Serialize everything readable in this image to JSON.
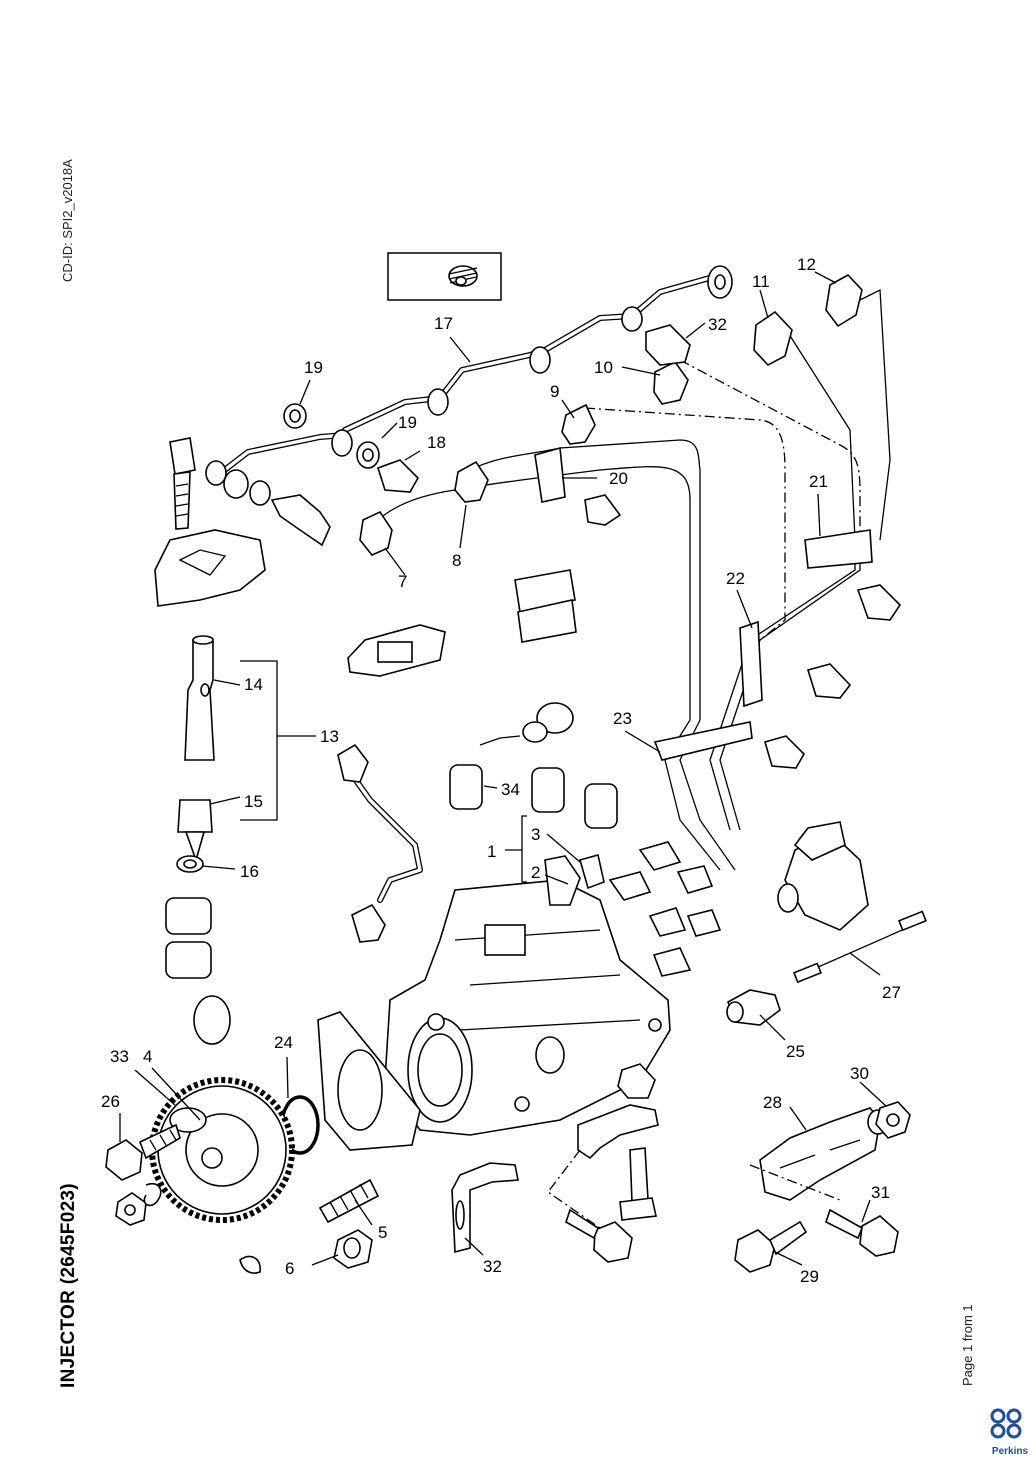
{
  "header": {
    "cd_id": "CD-ID: SPI2_v2018A"
  },
  "document": {
    "title": "INJECTOR (2645F023)",
    "page_info": "Page 1 from 1"
  },
  "brand": {
    "name": "Perkins",
    "color": "#1d4fa0"
  },
  "callouts": {
    "c1": "1",
    "c2": "2",
    "c3": "3",
    "c4": "4",
    "c5": "5",
    "c6": "6",
    "c7": "7",
    "c8": "8",
    "c9": "9",
    "c10": "10",
    "c11": "11",
    "c12": "12",
    "c13": "13",
    "c14": "14",
    "c15": "15",
    "c16": "16",
    "c17": "17",
    "c18": "18",
    "c19a": "19",
    "c19b": "19",
    "c20": "20",
    "c21": "21",
    "c22": "22",
    "c23": "23",
    "c24": "24",
    "c25": "25",
    "c26": "26",
    "c27": "27",
    "c28": "28",
    "c29": "29",
    "c30": "30",
    "c31": "31",
    "c32a": "32",
    "c32b": "32",
    "c33": "33",
    "c34": "34"
  }
}
